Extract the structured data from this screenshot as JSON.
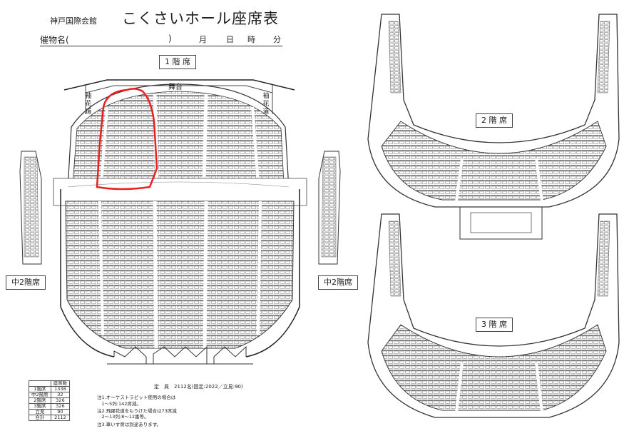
{
  "header": {
    "venue": "神戸国際会館",
    "title": "こくさいホール座席表",
    "event_label": "催物名(",
    "paren_close": ")",
    "month": "月",
    "day": "日",
    "hour": "時",
    "minute": "分"
  },
  "floors": {
    "first": "1 階 席",
    "mezzanine_left": "中2階席",
    "mezzanine_right": "中2階席",
    "second": "2 階 席",
    "third": "3 階 席"
  },
  "stage": {
    "label": "舞台",
    "wing_left": "袖花道",
    "wing_right": "袖花道"
  },
  "capacity_table": {
    "header": [
      "",
      "座席数"
    ],
    "rows": [
      [
        "1階席",
        "1338"
      ],
      [
        "中2階席",
        "32"
      ],
      [
        "2階席",
        "326"
      ],
      [
        "3階席",
        "326"
      ],
      [
        "立見",
        "90"
      ],
      [
        "合計",
        "2112"
      ]
    ]
  },
  "notes": {
    "total": "定　員　2112名(固定:2022／立見:90)",
    "note1": "注1.オーケストラピット使用の場合は",
    "note1b": "　1～5列:142席減。",
    "note2": "注2.飛躍花道をもうけた場合は73席減",
    "note2b": "　2～13列:8～12番等。",
    "note3": "注3.車いす席は別途あります。"
  },
  "highlight": {
    "color": "#e8201f",
    "description_visible": false
  }
}
